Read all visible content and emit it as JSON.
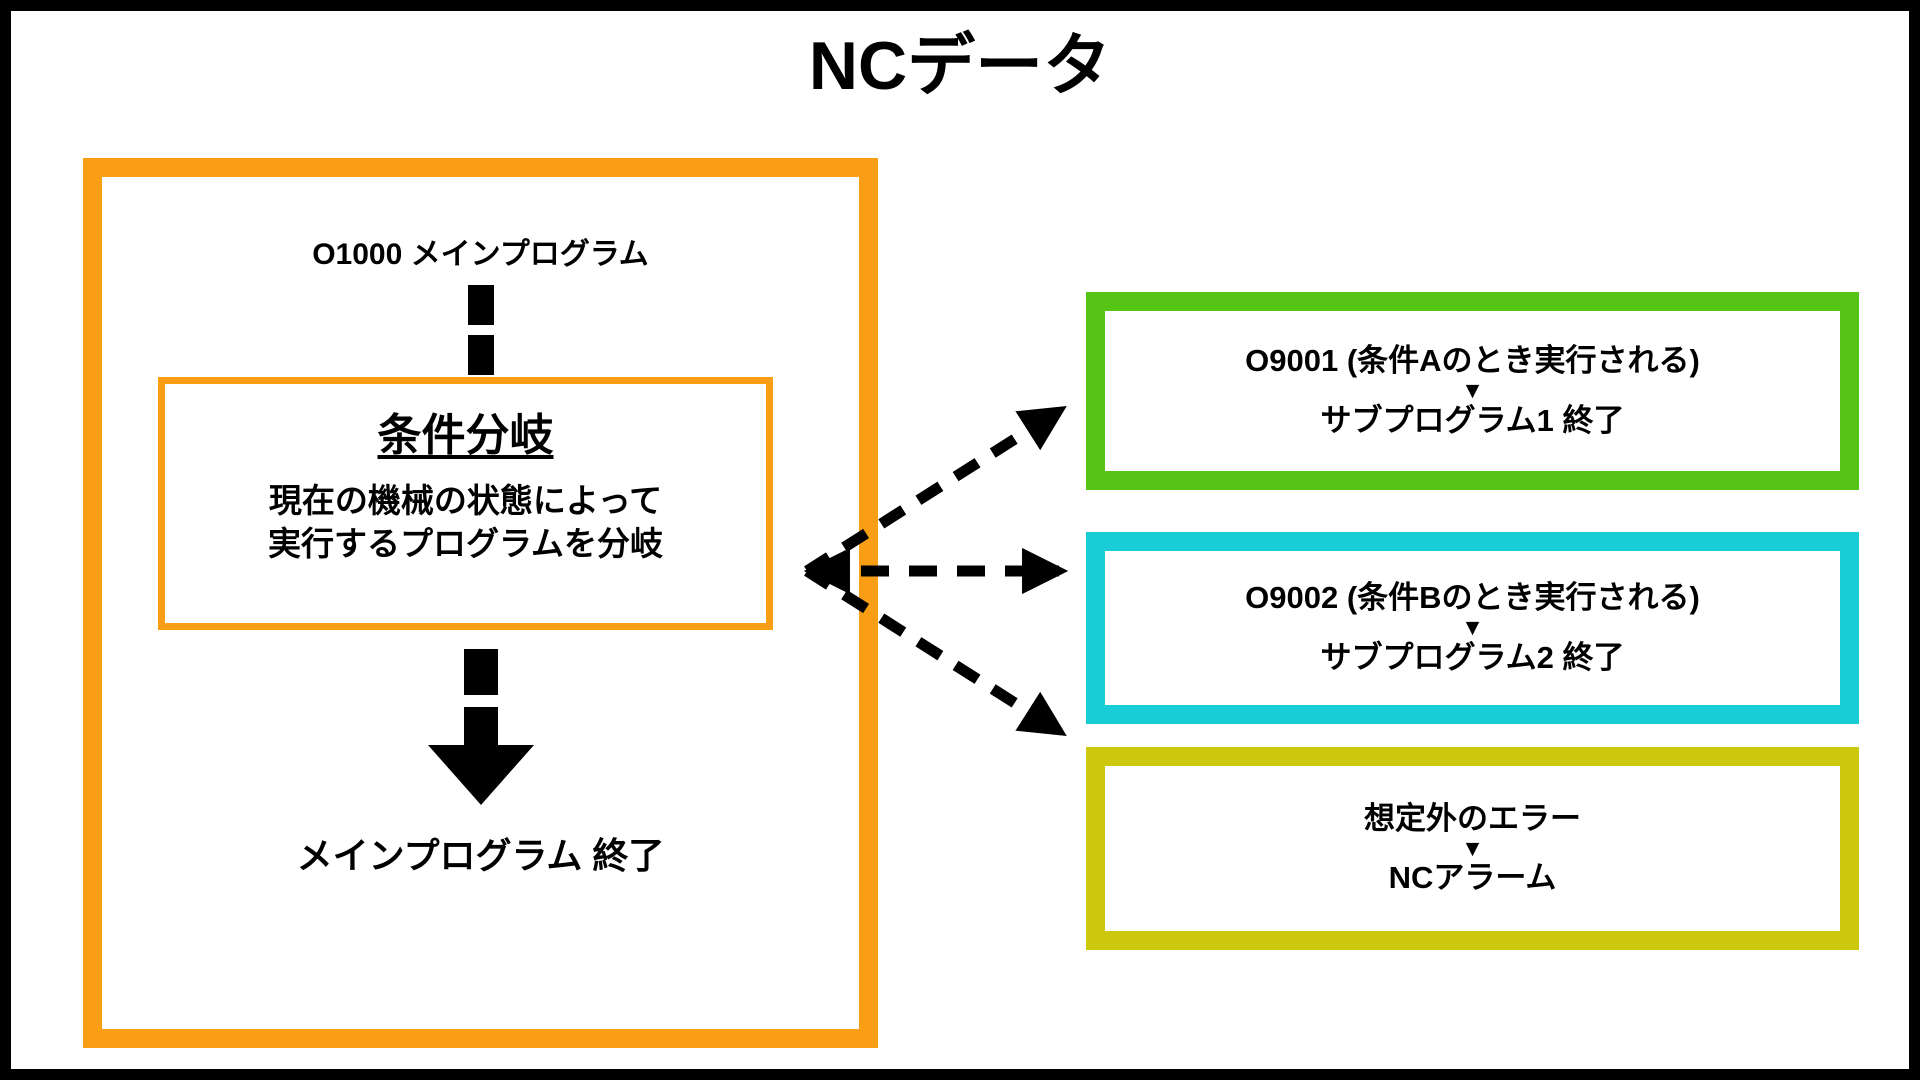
{
  "diagram": {
    "title": "NCデータ",
    "main_program": {
      "label": "O1000 メインプログラム",
      "branch": {
        "heading": "条件分岐",
        "desc_line1": "現在の機械の状態によって",
        "desc_line2": "実行するプログラムを分岐"
      },
      "end_label": "メインプログラム 終了"
    },
    "subprograms": [
      {
        "top": "O9001 (条件Aのとき実行される)",
        "caret": "▼",
        "bottom": "サブプログラム1 終了",
        "color": "#55C414"
      },
      {
        "top": "O9002 (条件Bのとき実行される)",
        "caret": "▼",
        "bottom": "サブプログラム2 終了",
        "color": "#19CDD7"
      },
      {
        "top": "想定外のエラー",
        "caret": "▼",
        "bottom": "NCアラーム",
        "color": "#CCC80D"
      }
    ],
    "colors": {
      "orange": "#F99E15",
      "green": "#55C414",
      "cyan": "#19CDD7",
      "olive": "#CCC80D",
      "border": "#000000",
      "background": "#FFFFFF"
    }
  }
}
